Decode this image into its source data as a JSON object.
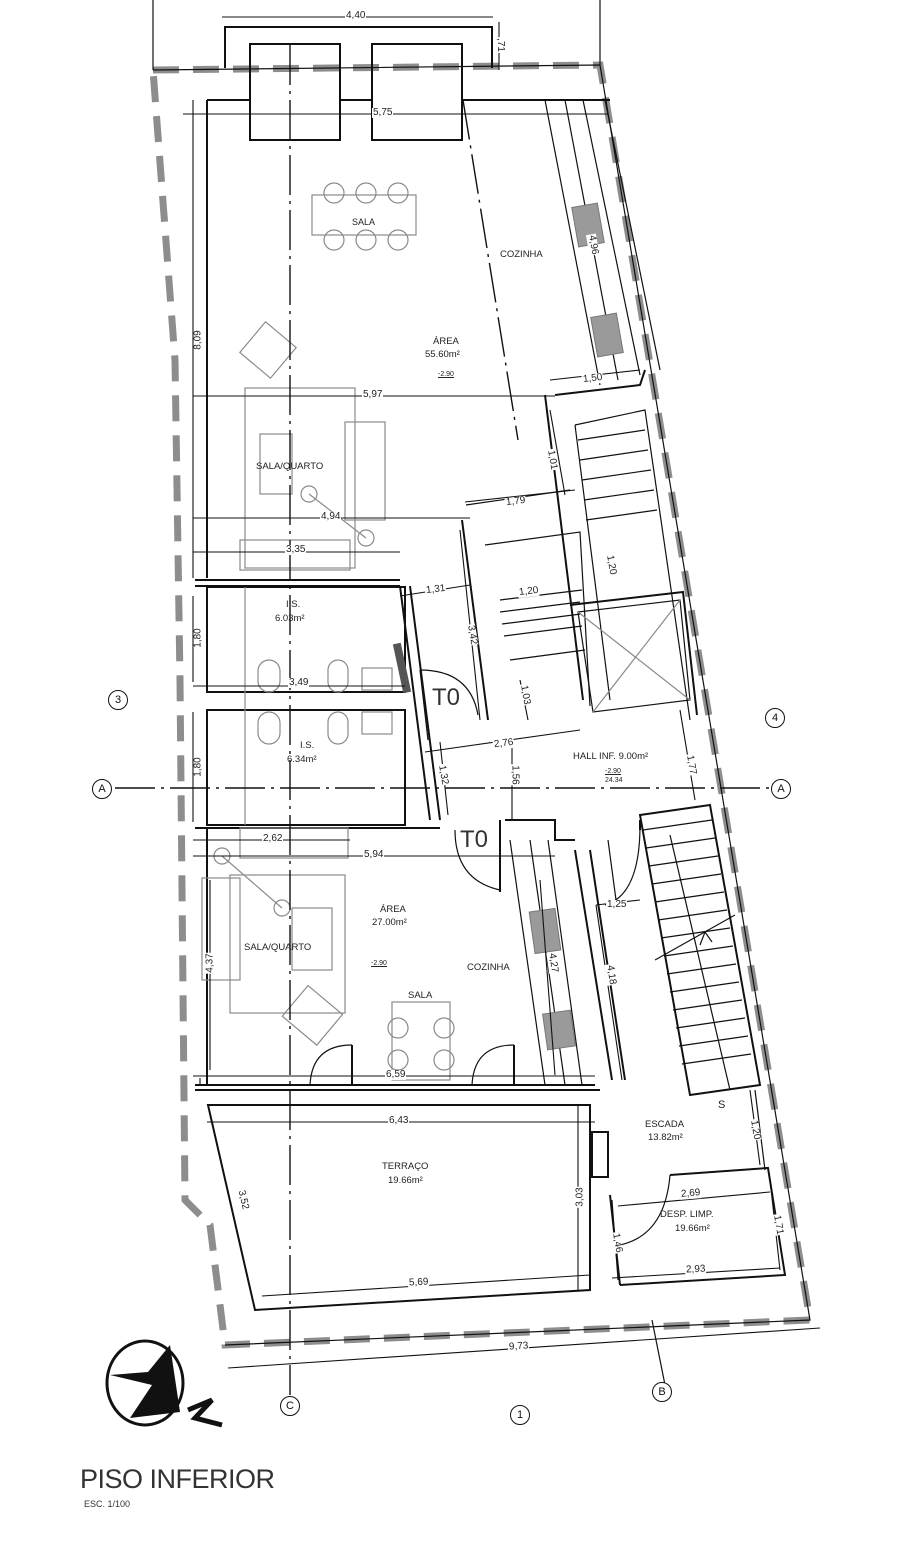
{
  "drawing": {
    "title": "PISO INFERIOR",
    "scale": "ESC. 1/100",
    "accent_colors": {
      "lines": "#111111",
      "boundary": "#8d8d8d",
      "furniture": "#8a8a8a"
    }
  },
  "rooms": {
    "upper_sala": {
      "label": "SALA"
    },
    "upper_cozinha": {
      "label": "COZINHA"
    },
    "upper_area": {
      "label": "ÁREA",
      "size": "55.60m²",
      "level": "-2.90"
    },
    "upper_sala_quarto": {
      "label": "SALA/QUARTO"
    },
    "is_1": {
      "label": "I.S.",
      "size": "6.03m²"
    },
    "is_2": {
      "label": "I.S.",
      "size": "6.34m²"
    },
    "hall": {
      "label": "HALL INF. 9.00m²",
      "level": "-2.90",
      "level2": "24.34"
    },
    "lower_area": {
      "label": "ÁREA",
      "size": "27.00m²",
      "level": "-2.90"
    },
    "lower_sala_quarto": {
      "label": "SALA/QUARTO"
    },
    "lower_cozinha": {
      "label": "COZINHA"
    },
    "lower_sala": {
      "label": "SALA"
    },
    "terraco": {
      "label": "TERRAÇO",
      "size": "19.66m²"
    },
    "escada": {
      "label": "ESCADA",
      "size": "13.82m²"
    },
    "desp_limp": {
      "label": "DESP. LIMP.",
      "size": "19.66m²"
    }
  },
  "door_tags": {
    "t0_upper": "T0",
    "t0_lower": "T0"
  },
  "stair_marker": "S",
  "dimensions": {
    "d440": "4,40",
    "d071": ",71",
    "d575": "5,75",
    "d496": "4,96",
    "d809": "8,09",
    "d597": "5,97",
    "d150": "1,50",
    "d101": "1,01",
    "d179": "1,79",
    "d494": "4,94",
    "d335": "3,35",
    "d131": "1,31",
    "d120a": "1,20",
    "d120b": "1,20",
    "d342": "3,42",
    "d180a": "1,80",
    "d349": "3,49",
    "d103": "1,03",
    "d276": "2,76",
    "d180b": "1,80",
    "d132": "1,32",
    "d156": "1,56",
    "d177": "1,77",
    "d262": "2,62",
    "d594": "5,94",
    "d437": "4,37",
    "d427": "4,27",
    "d125": "1,25",
    "d418": "4,18",
    "d659": "6,59",
    "d643": "6,43",
    "d352": "3,52",
    "d303": "3,03",
    "d569": "5,69",
    "d120c": "1,20",
    "d269": "2,69",
    "d171": "1,71",
    "d146": "1,46",
    "d293": "2,93",
    "d973": "9,73"
  },
  "grid_markers": {
    "m3": "3",
    "m4": "4",
    "a_left": "A",
    "a_right": "A",
    "c": "C",
    "b": "B",
    "m1": "1"
  },
  "north_arrow": {
    "label": "N"
  }
}
